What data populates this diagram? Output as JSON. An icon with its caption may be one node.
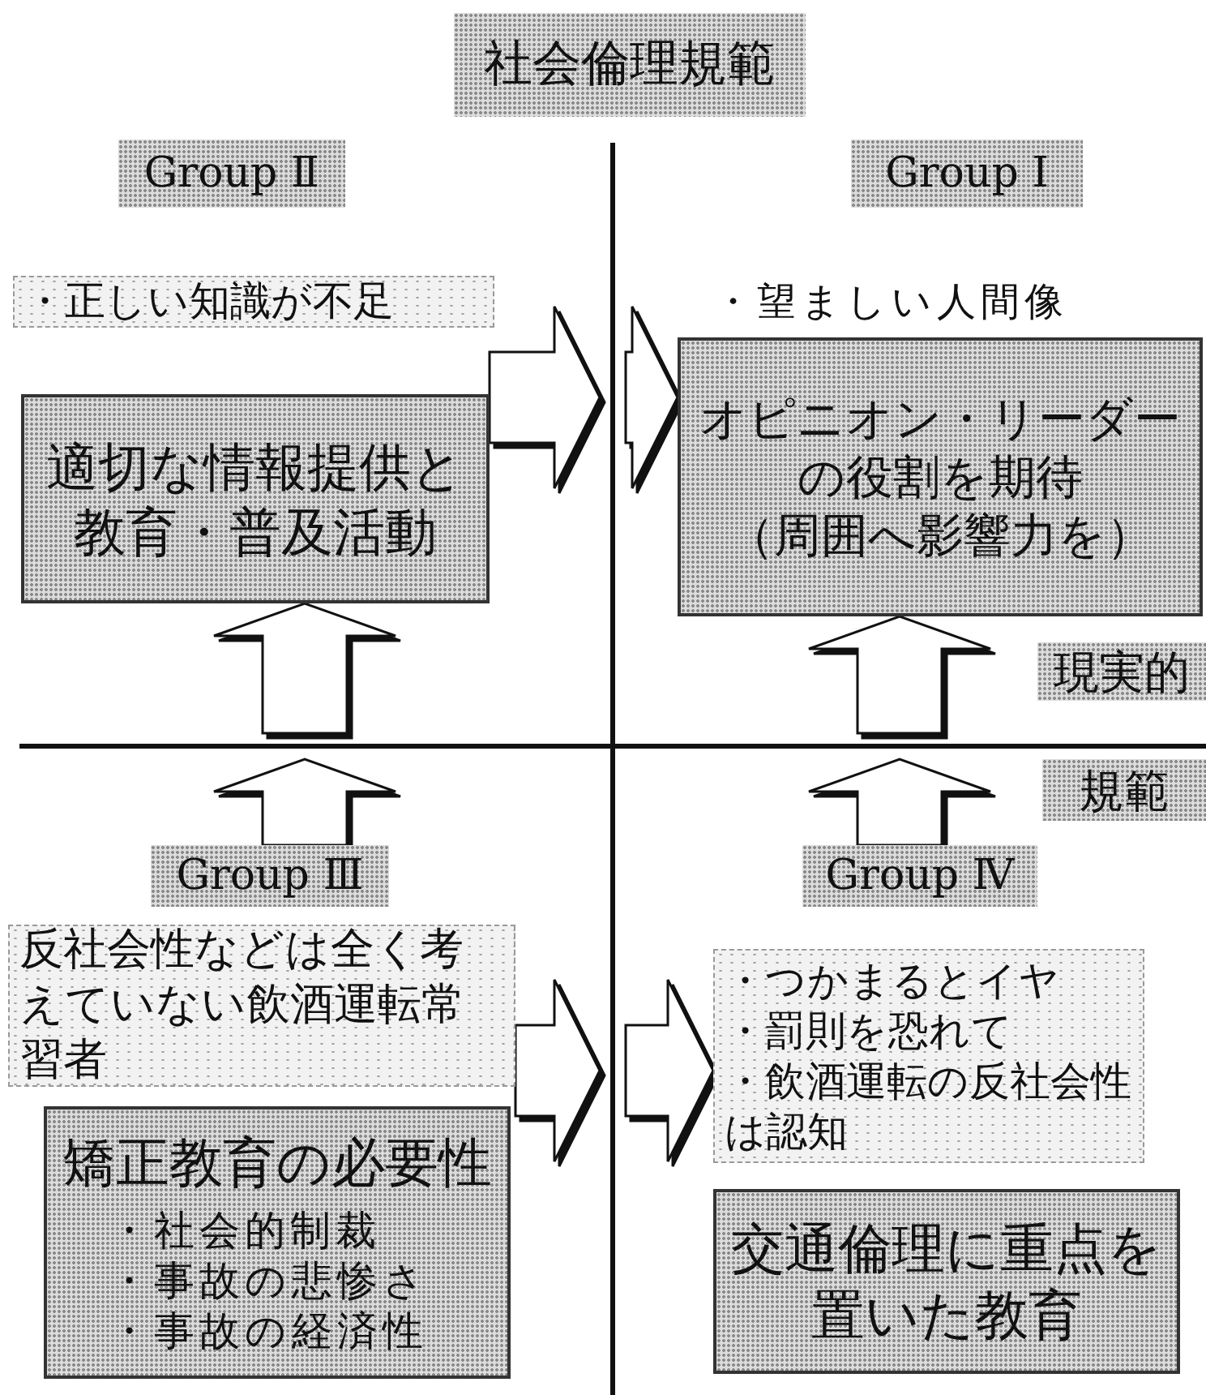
{
  "diagram": {
    "nodes": [
      {
        "text": [
          "社会倫理規範"
        ]
      },
      {
        "text": [
          "Group Ⅱ"
        ]
      },
      {
        "text": [
          "Group Ⅰ"
        ]
      },
      {
        "text": [
          "・正しい知識が不足"
        ]
      },
      {
        "text": [
          "適切な情報提供と教育・普及活動"
        ]
      },
      {
        "text": [
          "オピニオン・リーダーの役割を期待",
          "（周囲へ影響力を）"
        ]
      },
      {
        "text": [
          "現実的"
        ]
      },
      {
        "text": [
          "規範"
        ]
      },
      {
        "text": [
          "Group Ⅲ"
        ]
      },
      {
        "text": [
          "Group Ⅳ"
        ]
      },
      {
        "text": [
          "反社会性などは全く考えていない飲酒運転常習者"
        ]
      },
      {
        "text": [
          "矯正教育の必要性",
          "・社会的制裁",
          "・事故の悲惨さ",
          "・事故の経済性"
        ]
      },
      {
        "text": [
          "・つかまるとイヤ",
          "・罰則を恐れて",
          "・飲酒運転の反社会性は認知"
        ]
      },
      {
        "text": [
          "交通倫理に重点を置いた教育"
        ]
      }
    ],
    "edges": [
      {
        "from": 4,
        "to": null,
        "arrow": "to"
      },
      {
        "from": null,
        "to": 5,
        "arrow": "to"
      },
      {
        "from": null,
        "to": 4,
        "arrow": "to"
      },
      {
        "from": null,
        "to": 5,
        "arrow": "to"
      },
      {
        "from": 8,
        "to": null,
        "arrow": "to"
      },
      {
        "from": 9,
        "to": null,
        "arrow": "to"
      },
      {
        "from": 10,
        "to": null,
        "arrow": "to"
      },
      {
        "from": null,
        "to": 12,
        "arrow": "to"
      }
    ],
    "labels": [
      "・望ましい人間像"
    ]
  }
}
